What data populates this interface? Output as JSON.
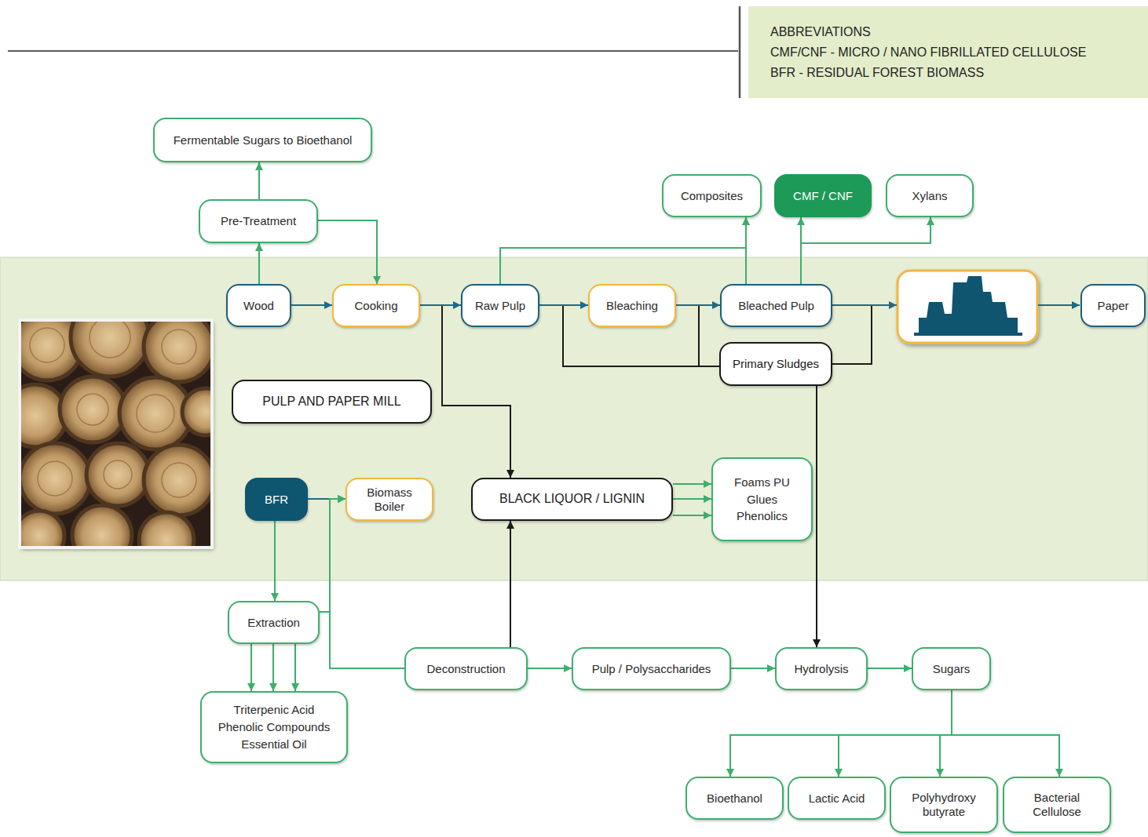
{
  "diagram": {
    "nodes": [
      {
        "text": [
          "ABBREVIATIONS",
          "CMF/CNF - MICRO / NANO FIBRILLATED CELLULOSE",
          "BFR - RESIDUAL FOREST BIOMASS"
        ]
      },
      {
        "text": [
          "Fermentable Sugars to Bioethanol"
        ]
      },
      {
        "text": [
          "Pre-Treatment"
        ]
      },
      {
        "text": [
          "Composites"
        ]
      },
      {
        "text": [
          "CMF / CNF"
        ]
      },
      {
        "text": [
          "Xylans"
        ]
      },
      {
        "text": [
          "Wood"
        ]
      },
      {
        "text": [
          "Cooking"
        ]
      },
      {
        "text": [
          "Raw Pulp"
        ]
      },
      {
        "text": [
          "Bleaching"
        ]
      },
      {
        "text": [
          "Bleached Pulp"
        ]
      },
      {
        "text": [
          "Paper"
        ]
      },
      {
        "text": [
          "Primary Sludges"
        ]
      },
      {
        "text": [
          "PULP AND PAPER MILL"
        ]
      },
      {
        "text": [
          "BFR"
        ]
      },
      {
        "text": [
          "Biomass Boiler"
        ]
      },
      {
        "text": [
          "BLACK LIQUOR / LIGNIN"
        ]
      },
      {
        "text": [
          "Foams PU",
          "Glues",
          "Phenolics"
        ]
      },
      {
        "text": [
          "Extraction"
        ]
      },
      {
        "text": [
          "Triterpenic Acid",
          "Phenolic Compounds",
          "Essential Oil"
        ]
      },
      {
        "text": [
          "Deconstruction"
        ]
      },
      {
        "text": [
          "Pulp / Polysaccharides"
        ]
      },
      {
        "text": [
          "Hydrolysis"
        ]
      },
      {
        "text": [
          "Sugars"
        ]
      },
      {
        "text": [
          "Bioethanol"
        ]
      },
      {
        "text": [
          "Lactic Acid"
        ]
      },
      {
        "text": [
          "Polyhydroxy butyrate"
        ]
      },
      {
        "text": [
          "Bacterial Cellulose"
        ]
      }
    ],
    "edges": [
      {
        "from": 6,
        "to": 2,
        "arrow": "to"
      },
      {
        "from": 2,
        "to": 1,
        "arrow": "to"
      },
      {
        "from": 2,
        "to": 7,
        "arrow": "to"
      },
      {
        "from": 6,
        "to": 7,
        "arrow": "to"
      },
      {
        "from": 7,
        "to": 16,
        "arrow": "to"
      },
      {
        "from": 7,
        "to": 8,
        "arrow": "to"
      },
      {
        "from": 8,
        "to": 3,
        "arrow": "to"
      },
      {
        "from": 8,
        "to": 12,
        "arrow": "none"
      },
      {
        "from": 8,
        "to": 9,
        "arrow": "to"
      },
      {
        "from": 9,
        "to": 12,
        "arrow": "none"
      },
      {
        "from": 9,
        "to": 10,
        "arrow": "to"
      },
      {
        "from": 10,
        "to": 3,
        "arrow": "to"
      },
      {
        "from": 10,
        "to": 4,
        "arrow": "to"
      },
      {
        "from": 10,
        "to": 5,
        "arrow": "to"
      },
      {
        "from": 12,
        "to": 22,
        "arrow": "to"
      },
      {
        "from": 14,
        "to": 15,
        "arrow": "to"
      },
      {
        "from": 14,
        "to": 18,
        "arrow": "to"
      },
      {
        "from": 18,
        "to": 19,
        "arrow": "to"
      },
      {
        "from": 18,
        "to": 19,
        "arrow": "to"
      },
      {
        "from": 18,
        "to": 19,
        "arrow": "to"
      },
      {
        "from": 18,
        "to": 15,
        "arrow": "to"
      },
      {
        "from": 20,
        "to": 15,
        "arrow": "to"
      },
      {
        "from": 20,
        "to": 16,
        "arrow": "to"
      },
      {
        "from": 20,
        "to": 21,
        "arrow": "to"
      },
      {
        "from": 16,
        "to": 17,
        "arrow": "to"
      },
      {
        "from": 16,
        "to": 17,
        "arrow": "to"
      },
      {
        "from": 16,
        "to": 17,
        "arrow": "to"
      },
      {
        "from": 21,
        "to": 22,
        "arrow": "to"
      },
      {
        "from": 22,
        "to": 23,
        "arrow": "to"
      },
      {
        "from": 23,
        "to": 24,
        "arrow": "to"
      },
      {
        "from": 23,
        "to": 25,
        "arrow": "to"
      },
      {
        "from": 23,
        "to": 26,
        "arrow": "to"
      },
      {
        "from": 23,
        "to": 27,
        "arrow": "to"
      }
    ]
  }
}
